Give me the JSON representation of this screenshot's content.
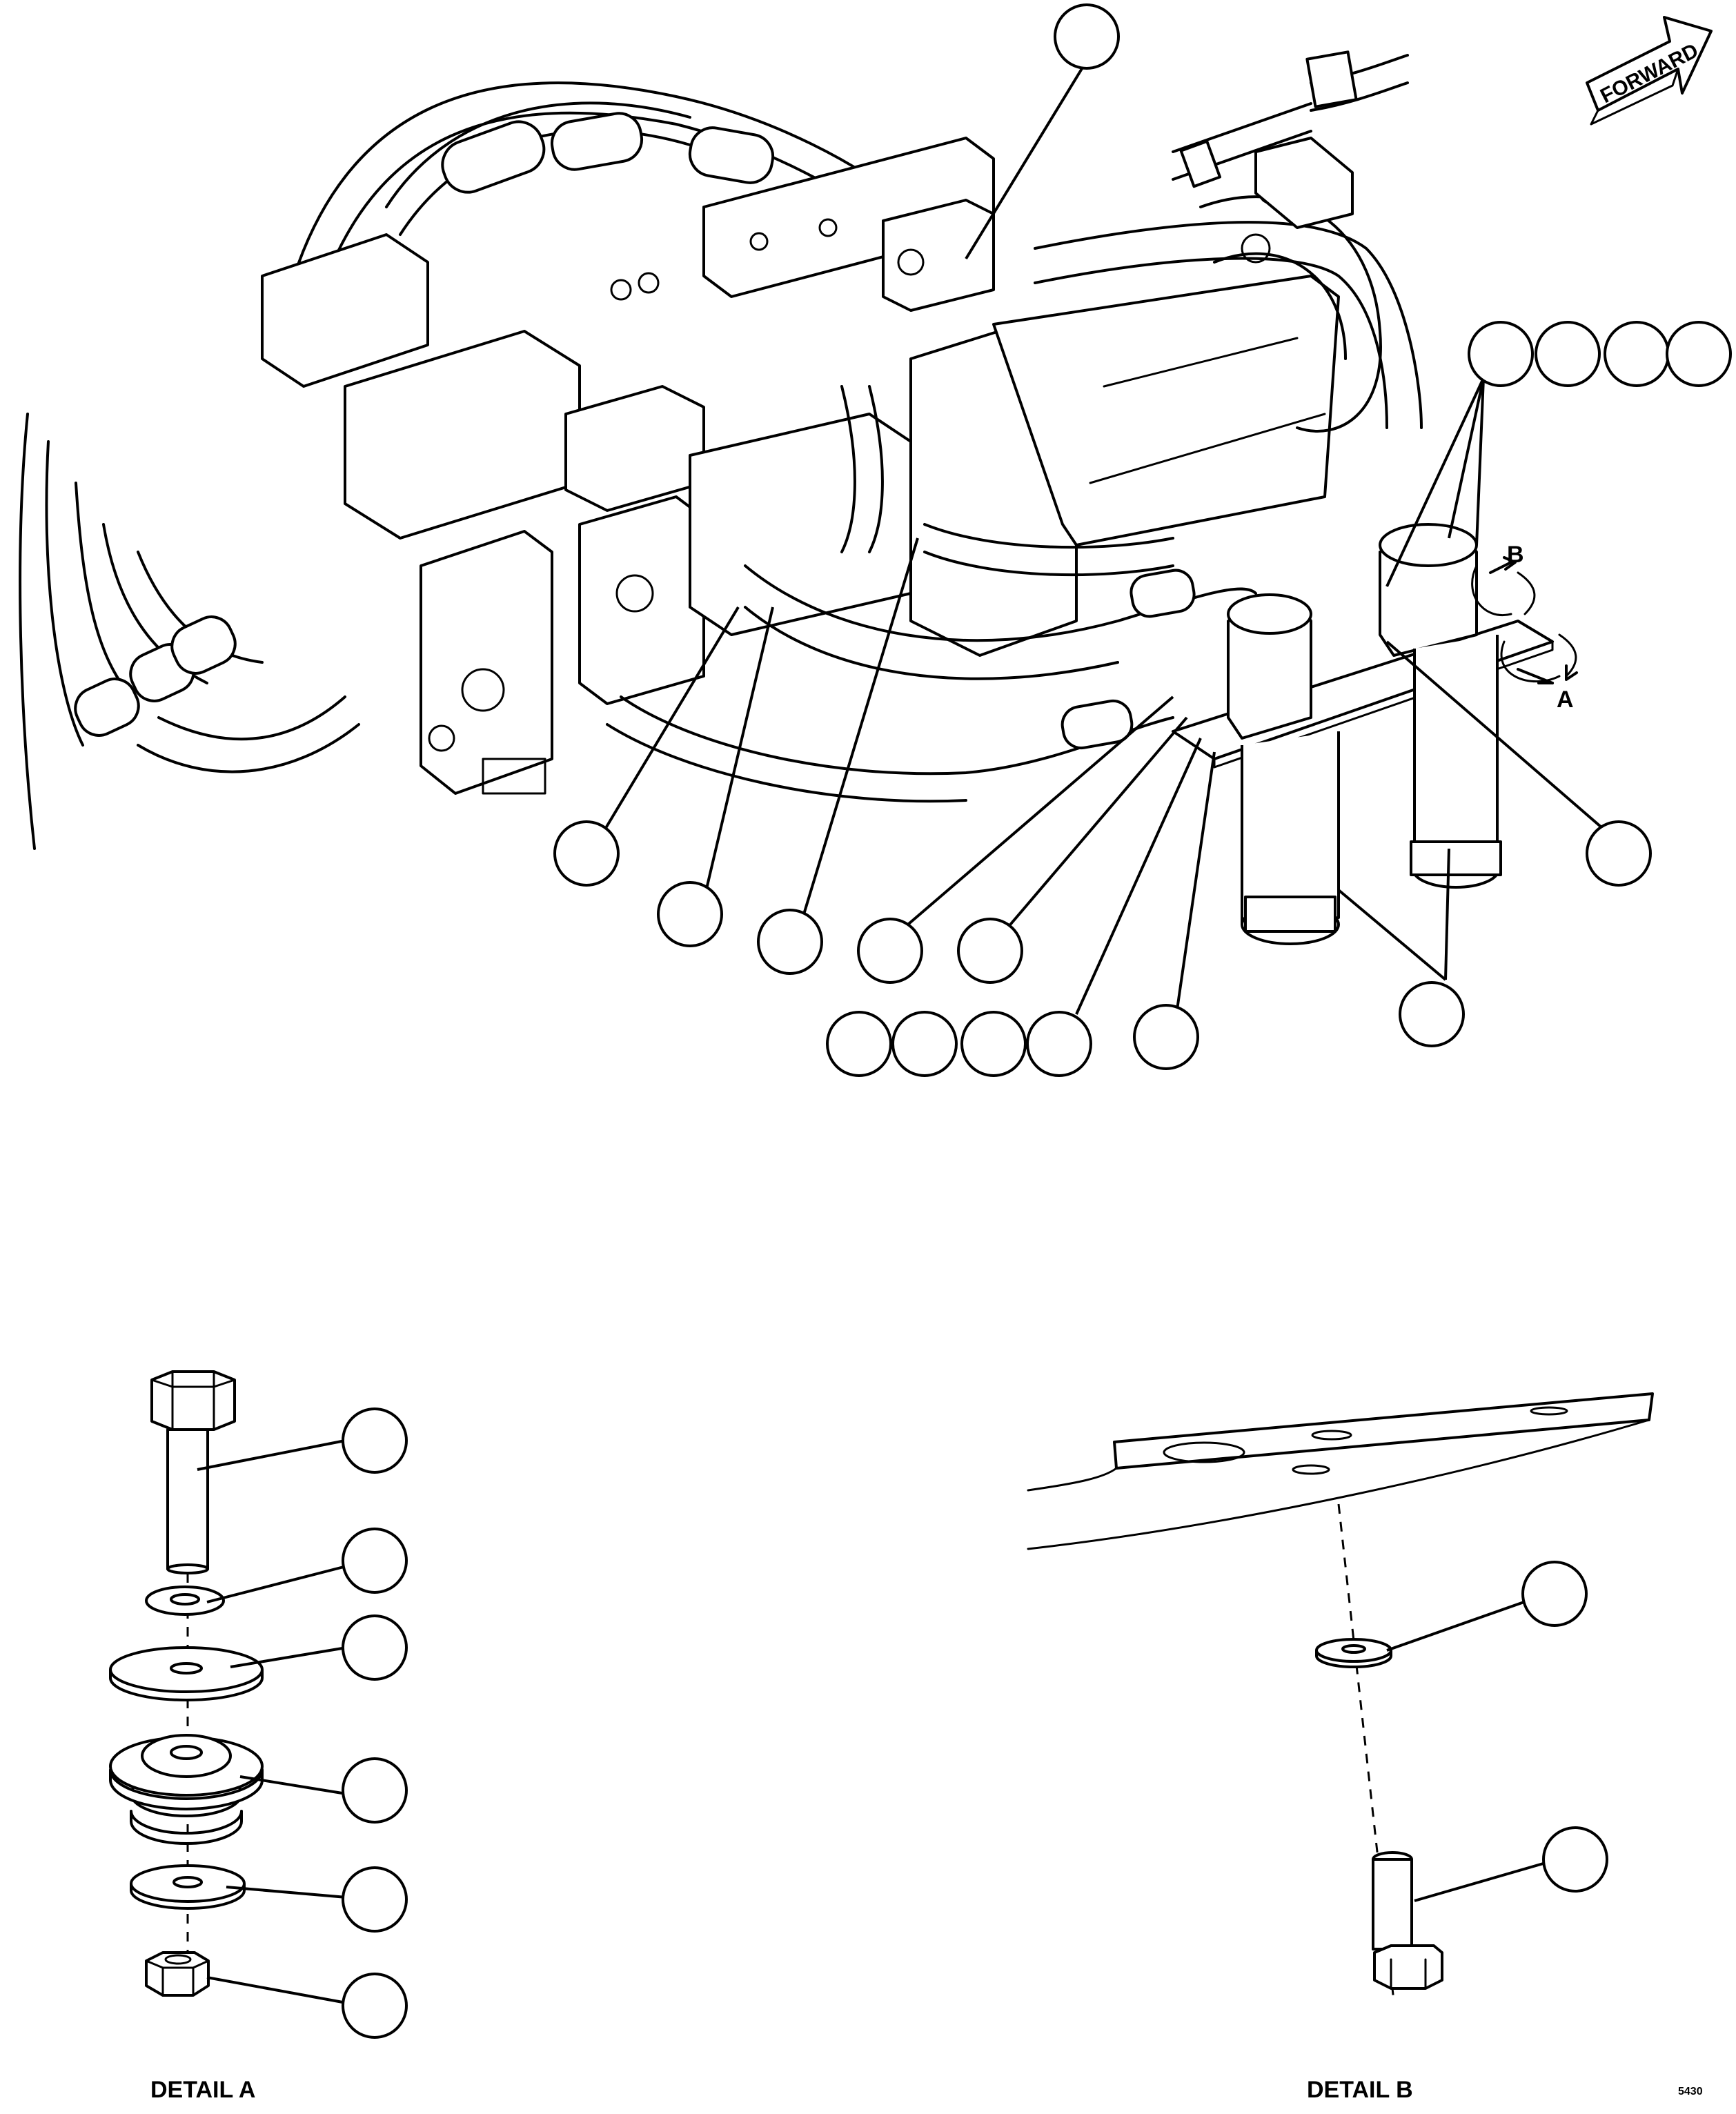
{
  "forward_arrow": {
    "label": "FORWARD"
  },
  "view_markers": {
    "a": "A",
    "b": "B"
  },
  "details": {
    "a_title": "DETAIL A",
    "b_title": "DETAIL B"
  },
  "drawing_id": "5430"
}
